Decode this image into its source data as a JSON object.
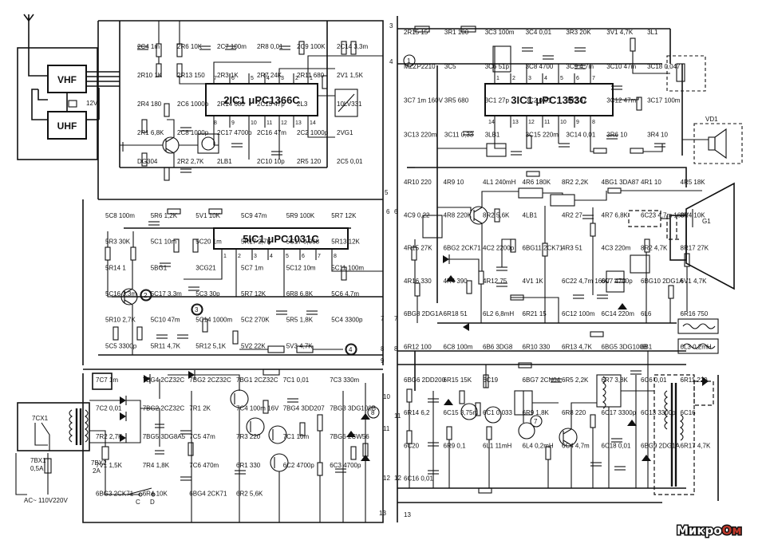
{
  "chips": {
    "ic2": "2IC1  μPC1366C",
    "ic3": "3IC1  μPC1353C",
    "ic5": "5IC1   μPC1031C"
  },
  "tuner": {
    "vhf": "VHF",
    "uhf": "UHF",
    "supply": "12V"
  },
  "power": {
    "mains": "AC~ 110V220V",
    "switch": "7CX1",
    "fuse1": "7BX1\n0,5A",
    "fuse1_a": "7BX1",
    "fuse1_b": "0,5A",
    "fuse2_a": "7BX2",
    "fuse2_b": "2A",
    "sw_c": "C",
    "sw_d": "D"
  },
  "speaker": "VD1",
  "crt": "G1",
  "watermark": {
    "a": "Микро",
    "b": "Ом"
  },
  "nodes": [
    "1",
    "2",
    "3",
    "4",
    "5",
    "6",
    "7",
    "8",
    "9",
    "10",
    "11",
    "12",
    "13"
  ],
  "labels": {
    "ic2_area": [
      "2C4 1m",
      "2R6 10K",
      "2C7 100m",
      "2R8 0,01",
      "2C9 100K",
      "2C14 3,3m",
      "2R10 1K",
      "2R13 150",
      "2R3 1K",
      "2R7 24K",
      "2R11 680",
      "2V1 1,5K",
      "2R4 180",
      "2C6 1000p",
      "2R14 680",
      "2C15 47p",
      "2L3",
      "10LV331",
      "2R1 6,8K",
      "2C8 1000p",
      "2C17 4700p",
      "2C16 47m",
      "2C2 1000p",
      "2VG1",
      "DG304",
      "2R2 2,7K",
      "2LB1",
      "2C10 10p",
      "2R5 120",
      "2C5 0,01"
    ],
    "ic3_area": [
      "2R15 15",
      "3R1 100",
      "3C3 100m",
      "3C4 0,01",
      "3R3 20K",
      "3V1 4,7K",
      "3L1",
      "MZZP2210",
      "3C5",
      "3C6 51p",
      "3C8 4700",
      "3C9 4,7m",
      "3C10 47m",
      "3C18 0,047",
      "3C7 1m 160V",
      "3R5 680",
      "3C1 27p",
      "3C2 0,01",
      "3R2 47",
      "3C12 47m",
      "3C17 100m",
      "3C13 220m",
      "3C11 0,33",
      "3LB1",
      "3C15 220m",
      "3C14 0,01",
      "3R6 10",
      "3R4 10"
    ],
    "ic5_area": [
      "5C8 100m",
      "5R6 1,2K",
      "5V1 10K",
      "5C9 47m",
      "5R9 100K",
      "5R7 12K",
      "5R3 30K",
      "5C1 10m",
      "5C20 1m",
      "5R17 2,7K",
      "5C17 0,068",
      "5R13 12K",
      "5R14 1",
      "5BG1",
      "3CG21",
      "5C7 1m",
      "5C12 10m",
      "5C11 100m",
      "5C16 3,3m",
      "5C17 3,3m",
      "5C3 30p",
      "5R7 12K",
      "6R8 6,8K",
      "5C6 4,7m",
      "5R10 2,7K",
      "5C10 47m",
      "5C14 1000m",
      "5C2 270K",
      "5R5 1,8K",
      "5C4 3300p",
      "5C5 3300p",
      "5R11 4,7K",
      "5R12 5,1K",
      "5V2 22K",
      "5V3 4,7K"
    ],
    "hv_area": [
      "4R10 220",
      "4R9 10",
      "4L1 240mH",
      "4R6 180K",
      "8R2 2,2K",
      "4BG1 3DA87",
      "4R1 10",
      "4R5 18K",
      "4C9 0,22",
      "4R8 220K",
      "8R2 5,6K",
      "4LB1",
      "4R2 27",
      "4R7 6,8K",
      "6C23 4,7m 160V",
      "8R4 10K",
      "4R15 27K",
      "6BG2 2CK71",
      "4C2 2200p",
      "6BG11 2CK71",
      "4R3 51",
      "4C3 220m",
      "8R2 4,7K",
      "8R17 27K",
      "4R16 330",
      "4R4 390",
      "4R12 75",
      "4V1 1K",
      "6C22 4,7m 160V",
      "6C7 4700p",
      "6BG10 2DG1A",
      "6V1 4,7K",
      "6BG8 2DG1A",
      "6R18 51",
      "6L2 6,8mH",
      "6R21 15",
      "6C12 100m",
      "6C14 220m",
      "6L6",
      "6R16 750",
      "6R12 100",
      "6C8 100m",
      "6B6 3DG8",
      "6R10 330",
      "6R13 4,7K",
      "6BG5 3DG100B",
      "6B1",
      "6L3 0,2mH",
      "6BG6 2DD200",
      "6R15 15K",
      "6C19",
      "6BG7 2CN04",
      "6R5 2,2K",
      "6R7 3,8K",
      "6C6 0,01",
      "6R11 220",
      "6R14 6,2",
      "6C15 3,75m",
      "6C1 0,033",
      "6R9 1,8K",
      "6R8 220",
      "6C17 3300p",
      "6C13 3300p",
      "6C16",
      "6C20",
      "6R9 0,1",
      "6L1 11mH",
      "6L4 0,2mH",
      "6C4 4,7m",
      "6C18 0,01",
      "6BG9 2DG1A",
      "6R17 4,7K",
      "6C16 0,01"
    ],
    "psu_area": [
      "7C7 1m",
      "7BG4 2CZ32C",
      "7BG2 2CZ32C",
      "7BG1 2CZ32C",
      "7C1 0,01",
      "7C3 330m",
      "7C2 0,01",
      "7BG2 2CZ32C",
      "7R1 2K",
      "7C4 100m 16V",
      "7BG4 3DD207",
      "7BG3 3DG100B",
      "7R2 2,7K",
      "7BG5 3DG8A5",
      "7C5 47m",
      "7R3 220",
      "7C1 10m",
      "7BG6 2CW56",
      "7V1 1,5K",
      "7R4 1,8K",
      "7C6 470m",
      "6R1 330",
      "6C2 4700p",
      "6C3 4700p",
      "6BG3 2CK71",
      "6R4 10K",
      "6BG4 2CK71",
      "6R2 5,6K"
    ]
  }
}
